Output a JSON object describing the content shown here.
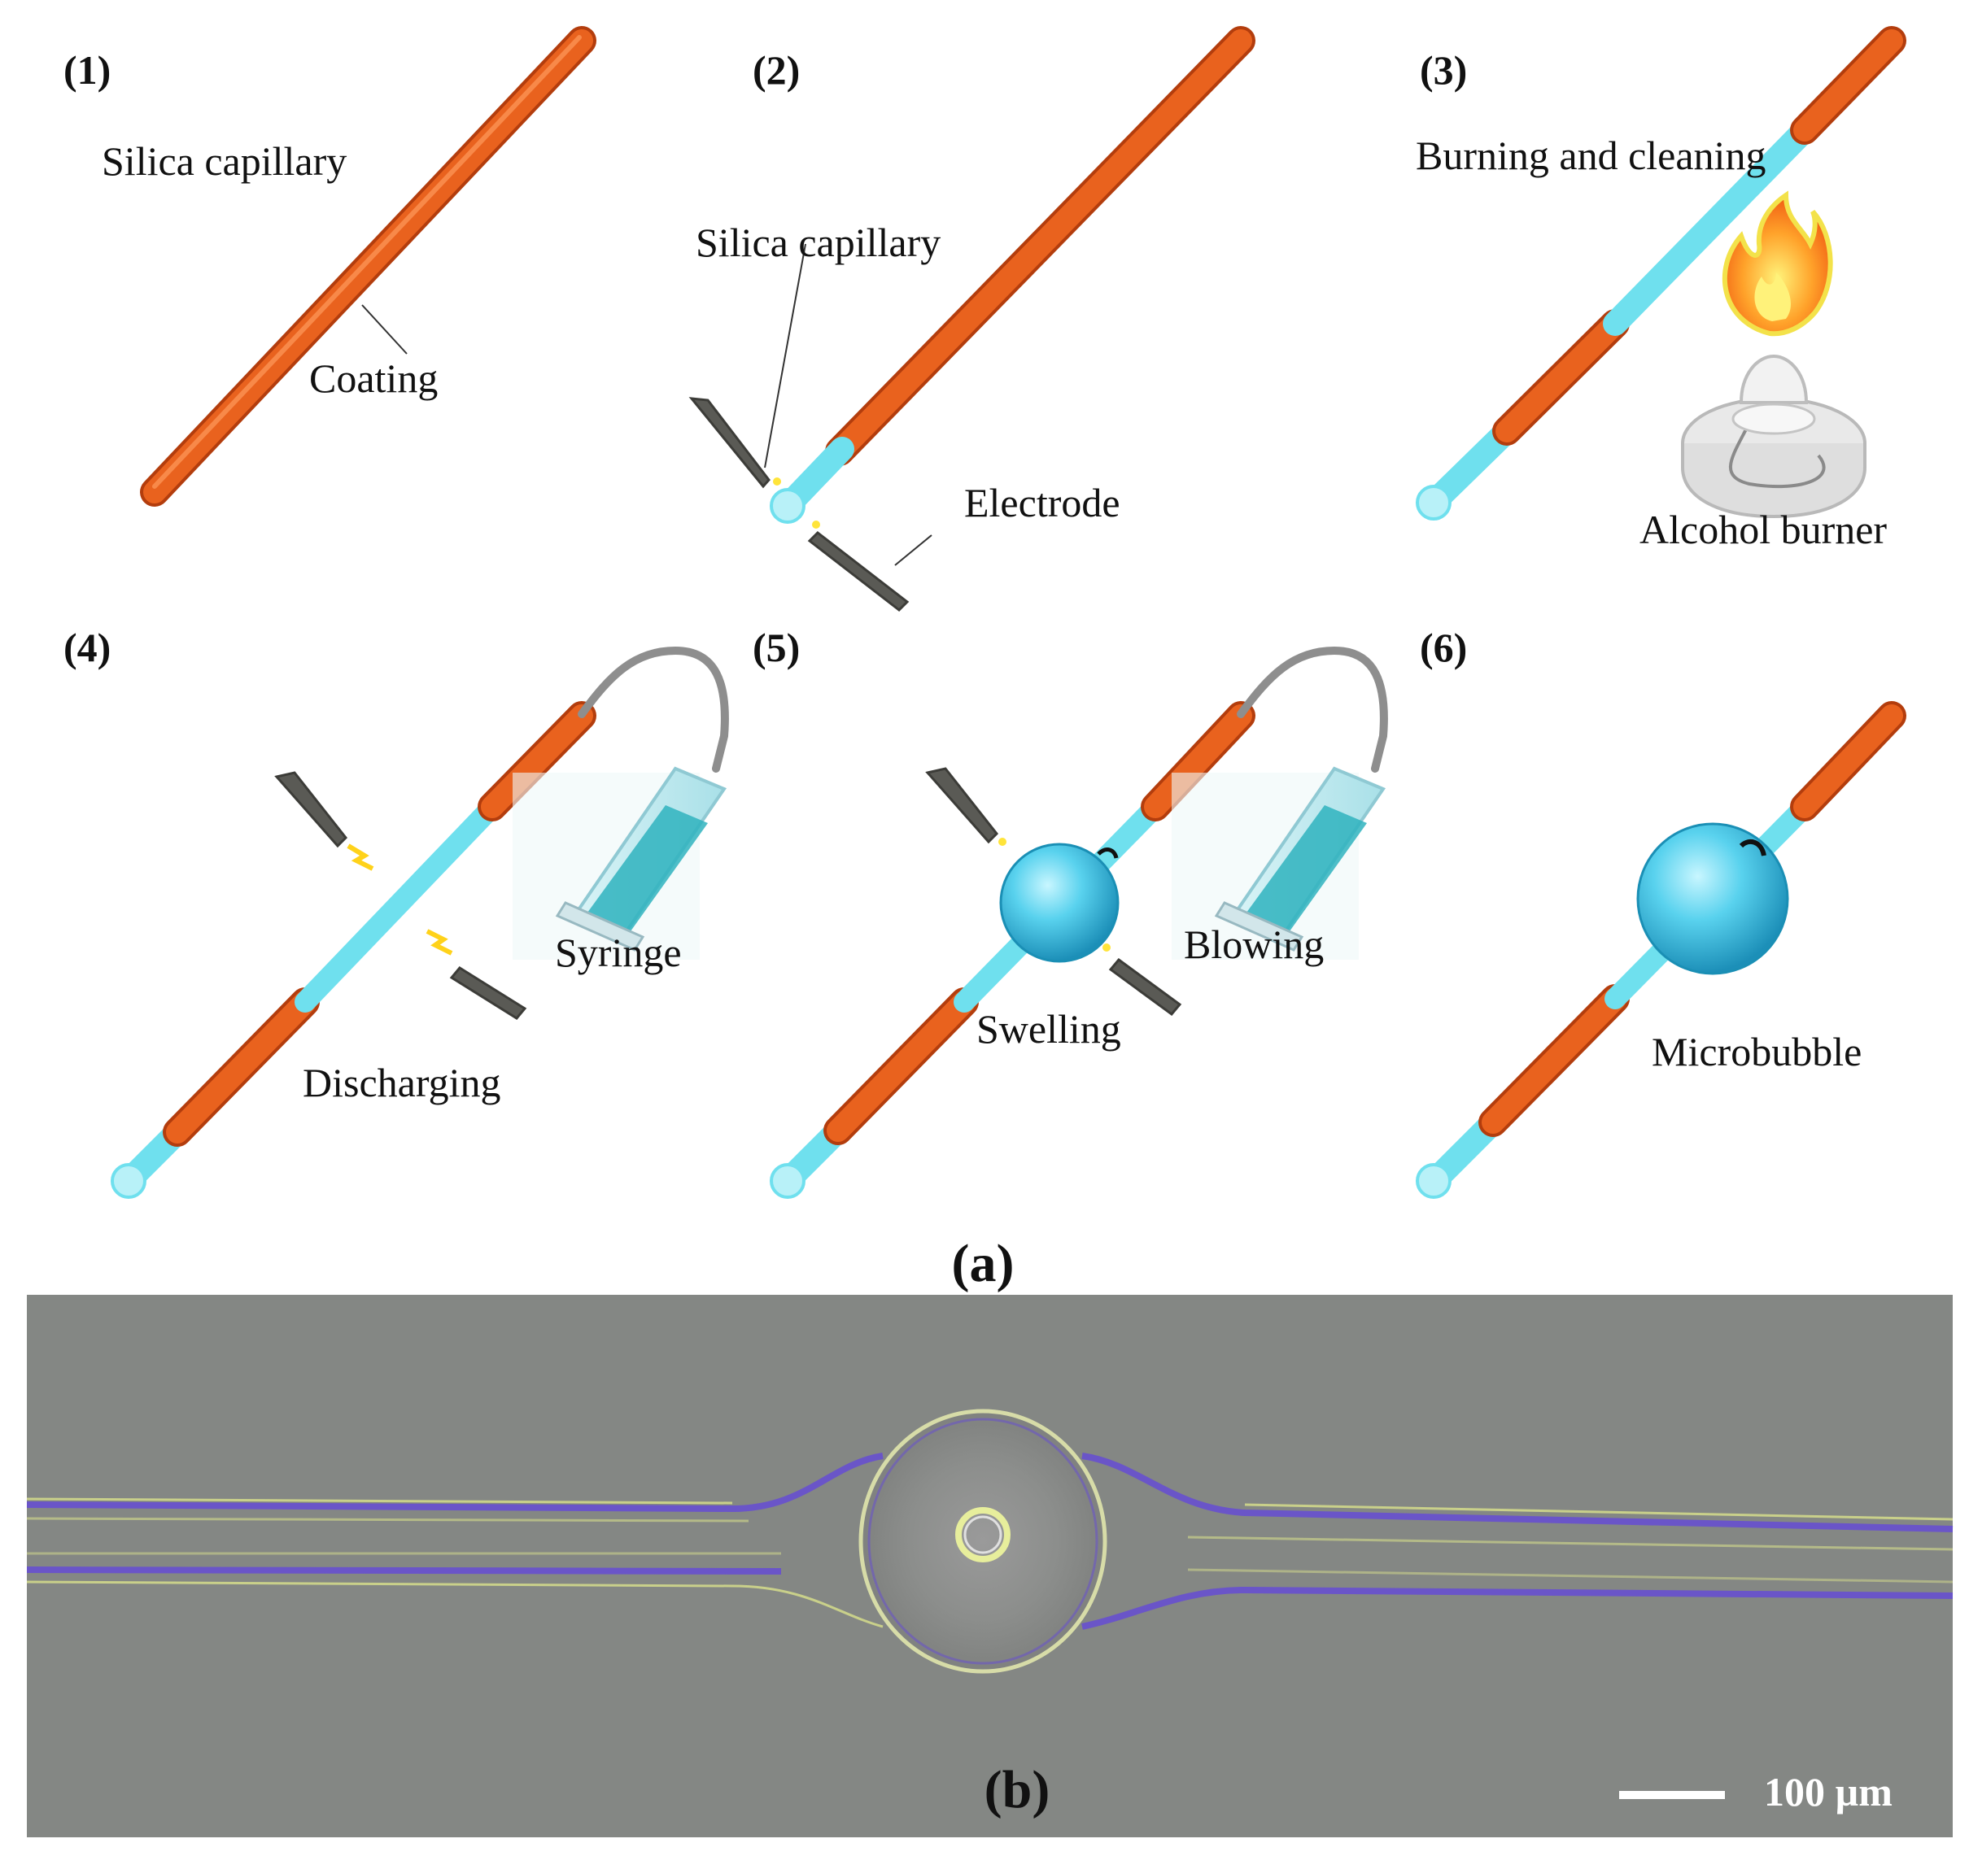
{
  "panel_a": {
    "caption": "(a)",
    "steps": [
      {
        "number": "(1)",
        "labels": {
          "capillary": "Silica capillary",
          "coating": "Coating"
        }
      },
      {
        "number": "(2)",
        "labels": {
          "capillary": "Silica capillary",
          "electrode": "Electrode"
        }
      },
      {
        "number": "(3)",
        "labels": {
          "process": "Burning and cleaning",
          "burner": "Alcohol burner"
        }
      },
      {
        "number": "(4)",
        "labels": {
          "syringe": "Syringe",
          "process": "Discharging"
        }
      },
      {
        "number": "(5)",
        "labels": {
          "process": "Blowing",
          "result": "Swelling"
        }
      },
      {
        "number": "(6)",
        "labels": {
          "result": "Microbubble"
        }
      }
    ]
  },
  "panel_b": {
    "caption": "(b)",
    "scale_bar_label": "100 µm"
  },
  "colors": {
    "coating": "#e85f1c",
    "capillary": "#6fe0ee",
    "bubble": "#45c8e6",
    "electrode": "#5a5a55",
    "micrograph_bg": "#888a88",
    "fiber_line": "#6a55c8"
  }
}
